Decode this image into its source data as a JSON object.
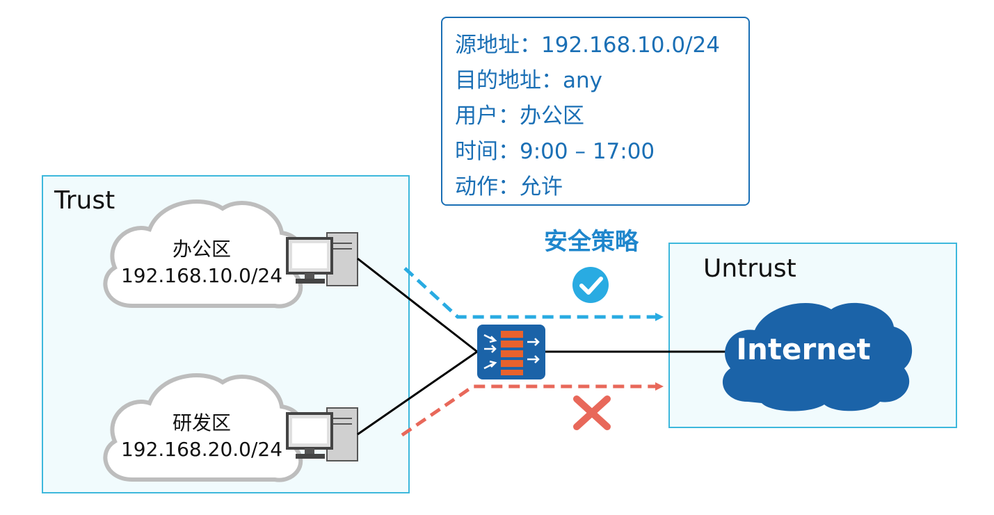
{
  "zones": {
    "trust": {
      "title": "Trust"
    },
    "untrust": {
      "title": "Untrust"
    }
  },
  "areas": {
    "office": {
      "name": "办公区",
      "subnet": "192.168.10.0/24"
    },
    "rd": {
      "name": "研发区",
      "subnet": "192.168.20.0/24"
    }
  },
  "policy": {
    "title": "安全策略",
    "lines": [
      "源地址：192.168.10.0/24",
      "目的地址：any",
      "用户：办公区",
      "时间：9:00 – 17:00",
      "动作：允许"
    ]
  },
  "internet": {
    "label": "Internet"
  },
  "colors": {
    "zone_border": "#3db8dc",
    "zone_fill": "#f1fbfd",
    "policy_text": "#1a6fb5",
    "allowed_flow": "#29abe2",
    "denied_flow": "#e8685a",
    "internet_cloud": "#1b63a8",
    "firewall_bg": "#1b63a8",
    "firewall_bricks": "#e8622d"
  },
  "icons": [
    "cloud-icon",
    "computer-icon",
    "firewall-icon",
    "check-icon",
    "cross-icon",
    "internet-cloud-icon"
  ]
}
